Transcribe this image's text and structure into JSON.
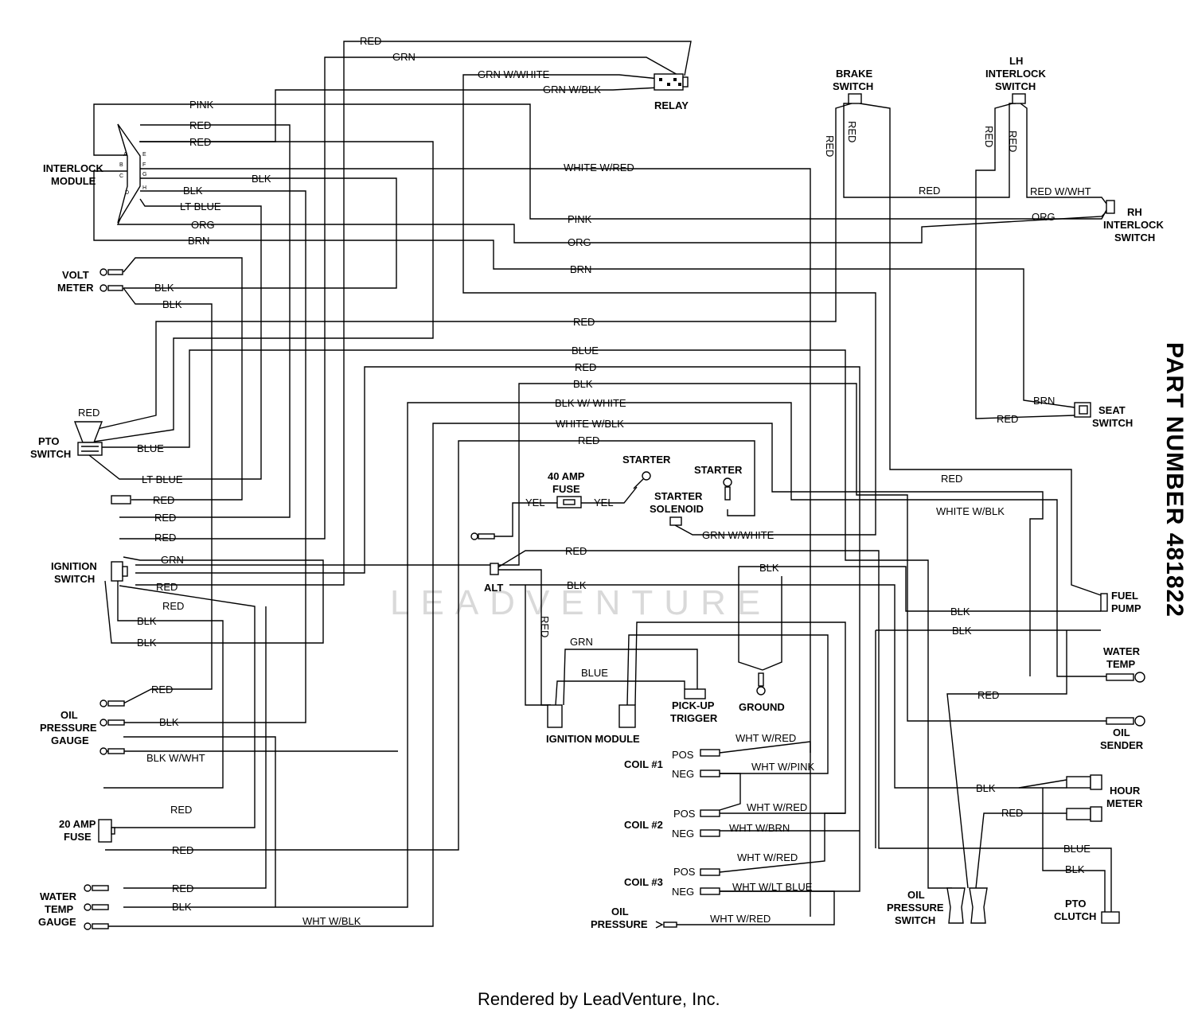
{
  "part_number": "PART NUMBER 481822",
  "watermark": "LEADVENTURE",
  "footer": "Rendered by LeadVenture, Inc.",
  "components": {
    "relay": "RELAY",
    "brake_switch": [
      "BRAKE",
      "SWITCH"
    ],
    "lh_interlock_switch": [
      "LH",
      "INTERLOCK",
      "SWITCH"
    ],
    "rh_interlock_switch": [
      "RH",
      "INTERLOCK",
      "SWITCH"
    ],
    "interlock_module": [
      "INTERLOCK",
      "MODULE"
    ],
    "volt_meter": [
      "VOLT",
      "METER"
    ],
    "pto_switch": [
      "PTO",
      "SWITCH"
    ],
    "ignition_switch": [
      "IGNITION",
      "SWITCH"
    ],
    "oil_pressure_gauge": [
      "OIL",
      "PRESSURE",
      "GAUGE"
    ],
    "amp_fuse_20": [
      "20 AMP",
      "FUSE"
    ],
    "water_temp_gauge": [
      "WATER",
      "TEMP",
      "GAUGE"
    ],
    "amp_fuse_40": [
      "40 AMP",
      "FUSE"
    ],
    "starter": "STARTER",
    "starter_terminal": "STARTER",
    "starter_solenoid": [
      "STARTER",
      "SOLENOID"
    ],
    "alt": "ALT",
    "pickup_trigger": [
      "PICK-UP",
      "TRIGGER"
    ],
    "ground": "GROUND",
    "ignition_module": "IGNITION MODULE",
    "coil1": "COIL #1",
    "coil2": "COIL #2",
    "coil3": "COIL #3",
    "pos": "POS",
    "neg": "NEG",
    "oil_pressure": [
      "OIL",
      "PRESSURE"
    ],
    "oil_pressure_switch": [
      "OIL",
      "PRESSURE",
      "SWITCH"
    ],
    "seat_switch": [
      "SEAT",
      "SWITCH"
    ],
    "fuel_pump": [
      "FUEL",
      "PUMP"
    ],
    "water_temp": [
      "WATER",
      "TEMP"
    ],
    "oil_sender": [
      "OIL",
      "SENDER"
    ],
    "hour_meter": [
      "HOUR",
      "METER"
    ],
    "pto_clutch": [
      "PTO",
      "CLUTCH"
    ]
  },
  "module_pins_left": [
    "A",
    "B",
    "C",
    "D"
  ],
  "module_pins_right": [
    "E",
    "F",
    "G",
    "H"
  ],
  "wire_labels": {
    "red_top": "RED",
    "grn_top": "GRN",
    "grn_w_white": "GRN W/WHITE",
    "grn_w_blk": "GRN W/BLK",
    "pink": "PINK",
    "red_1": "RED",
    "red_2": "RED",
    "blk_mod": "BLK",
    "blk_mod2": "BLK",
    "lt_blue": "LT BLUE",
    "org": "ORG",
    "brn": "BRN",
    "white_w_red": "WHITE W/RED",
    "pink_mid": "PINK",
    "org_mid": "ORG",
    "brn_mid": "BRN",
    "brake_red_v": "RED",
    "brake_red_v2": "RED",
    "brake_red_h": "RED",
    "lh_red_v": "RED",
    "lh_red_v2": "RED",
    "red_w_wht": "RED W/WHT",
    "org_rh": "ORG",
    "volt_blk": "BLK",
    "volt_blk2": "BLK",
    "red_long": "RED",
    "blue_long": "BLUE",
    "red_long2": "RED",
    "blk_long": "BLK",
    "blk_w_white": "BLK W/ WHITE",
    "white_w_blk": "WHITE W/BLK",
    "red_long3": "RED",
    "pto_red": "RED",
    "pto_blue": "BLUE",
    "pto_lt_blue": "LT BLUE",
    "red_term": "RED",
    "ign_red1": "RED",
    "ign_red2": "RED",
    "ign_grn": "GRN",
    "ign_red3": "RED",
    "ign_red4": "RED",
    "ign_blk1": "BLK",
    "ign_blk2": "BLK",
    "yel1": "YEL",
    "yel2": "YEL",
    "grn_w_white_sol": "GRN W/WHITE",
    "alt_red": "RED",
    "alt_blk": "BLK",
    "alt_red_v": "RED",
    "grn_pick": "GRN",
    "blue_pick": "BLUE",
    "gnd_blk": "BLK",
    "seat_brn": "BRN",
    "seat_red": "RED",
    "fuel_red": "RED",
    "fuel_white_w_blk": "WHITE W/BLK",
    "fuel_blk1": "BLK",
    "fuel_blk2": "BLK",
    "gauge_red": "RED",
    "gauge_blk": "BLK",
    "gauge_blk_w_wht": "BLK W/WHT",
    "fuse_red1": "RED",
    "fuse_red2": "RED",
    "wtg_red": "RED",
    "wtg_blk": "BLK",
    "wtg_wht_w_blk": "WHT W/BLK",
    "c1_pos": "WHT W/RED",
    "c1_neg": "WHT W/PINK",
    "c2_pos": "WHT W/RED",
    "c2_neg": "WHT W/BRN",
    "c3_pos": "WHT W/RED",
    "c3_neg": "WHT W/LT BLUE",
    "oil_press": "WHT W/RED",
    "ops_red": "RED",
    "hm_blk": "BLK",
    "hm_red": "RED",
    "pto_cl_blue": "BLUE",
    "pto_cl_blk": "BLK"
  }
}
